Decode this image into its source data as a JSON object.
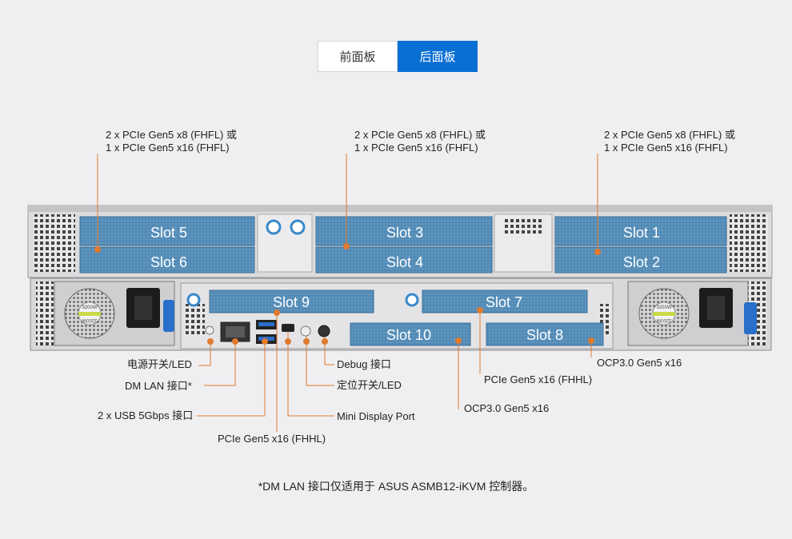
{
  "tabs": {
    "front": "前面板",
    "rear": "后面板",
    "active": "rear"
  },
  "top_callouts": [
    {
      "line1": "2 x PCIe Gen5 x8 (FHFL) 或",
      "line2": "1 x PCIe Gen5 x16 (FHFL)"
    },
    {
      "line1": "2 x PCIe Gen5 x8 (FHFL) 或",
      "line2": "1 x PCIe Gen5 x16 (FHFL)"
    },
    {
      "line1": "2 x PCIe Gen5 x8 (FHFL) 或",
      "line2": "1 x PCIe Gen5 x16 (FHFL)"
    }
  ],
  "slots": {
    "slot1": "Slot 1",
    "slot2": "Slot 2",
    "slot3": "Slot 3",
    "slot4": "Slot 4",
    "slot5": "Slot 5",
    "slot6": "Slot 6",
    "slot7": "Slot 7",
    "slot8": "Slot 8",
    "slot9": "Slot 9",
    "slot10": "Slot 10"
  },
  "psu": {
    "rating": "3200W"
  },
  "callouts": {
    "power_switch": "电源开关/LED",
    "dm_lan": "DM LAN 接口*",
    "usb": "2 x USB 5Gbps 接口",
    "pcie_fhhl_bottom": "PCIe Gen5 x16 (FHHL)",
    "debug": "Debug 接口",
    "locator": "定位开关/LED",
    "mini_dp": "Mini Display Port",
    "ocp_slot10": "OCP3.0 Gen5 x16",
    "pcie_fhhl_slot7": "PCIe Gen5 x16 (FHHL)",
    "ocp_slot8": "OCP3.0 Gen5 x16"
  },
  "footnote": "*DM LAN 接口仅适用于 ASUS ASMB12-iKVM 控制器。",
  "colors": {
    "accent_blue": "#0a6fd4",
    "callout_line": "#e07a2e",
    "slot_blue": "#5b93bd"
  }
}
